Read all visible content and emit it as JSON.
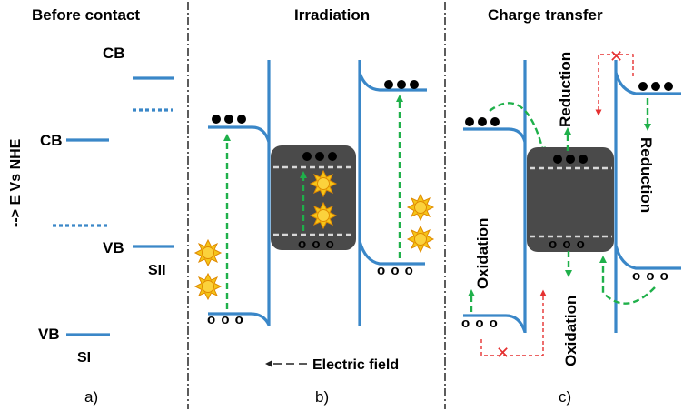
{
  "panels": {
    "a": {
      "title": "Before contact",
      "label": "a)"
    },
    "b": {
      "title": "Irradiation",
      "label": "b)"
    },
    "c": {
      "title": "Charge transfer",
      "label": "c)"
    }
  },
  "axis": {
    "label": "--> E Vs NHE"
  },
  "bands": {
    "cb": "CB",
    "vb": "VB",
    "s1": "SI",
    "s2": "SII"
  },
  "carriers": {
    "holes": "o o o"
  },
  "processes": {
    "oxidation": "Oxidation",
    "reduction": "Reduction"
  },
  "field": {
    "label": "Electric field"
  },
  "colors": {
    "band": "#3a87c8",
    "transfer_arrow": "#1fb04a",
    "blocked_arrow": "#e53131",
    "center_block": "#4a4a4a",
    "photon": "#f5c518"
  }
}
